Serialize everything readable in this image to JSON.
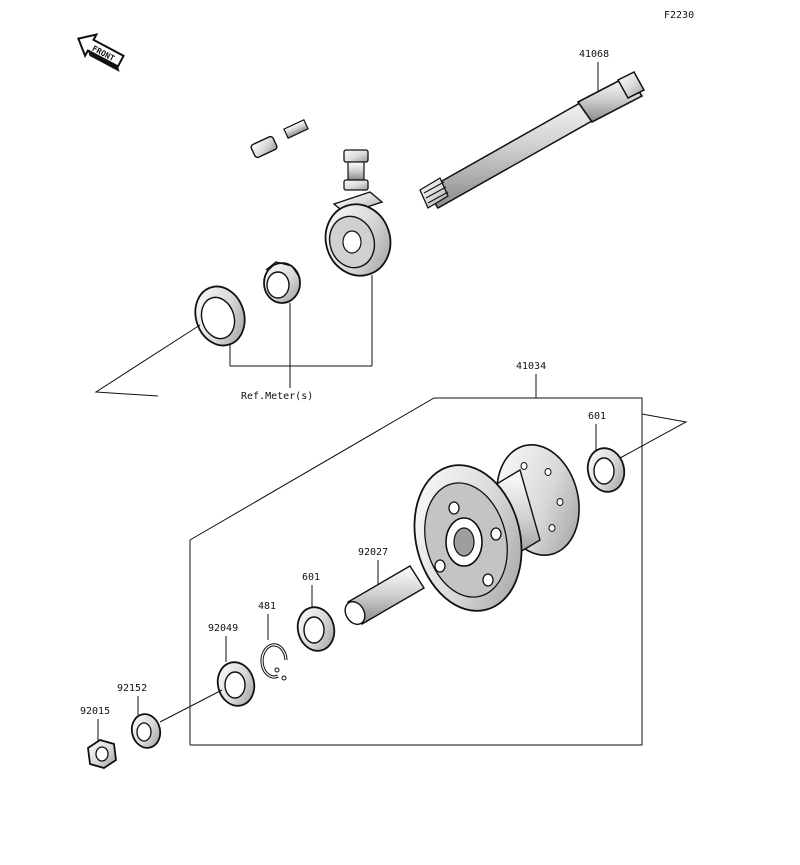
{
  "figure_code": "F2230",
  "front_badge": "FRONT",
  "labels": {
    "axle": "41068",
    "hub": "41034",
    "bearing_right": "601",
    "collar_long": "92027",
    "bearing_left": "601",
    "circlip": "481",
    "seal": "92049",
    "collar_short": "92152",
    "nut": "92015",
    "ref_meter": "Ref.Meter(s)"
  },
  "colors": {
    "line": "#111111",
    "part_fill": "#ffffff",
    "part_shade": "#bdbdbd"
  }
}
